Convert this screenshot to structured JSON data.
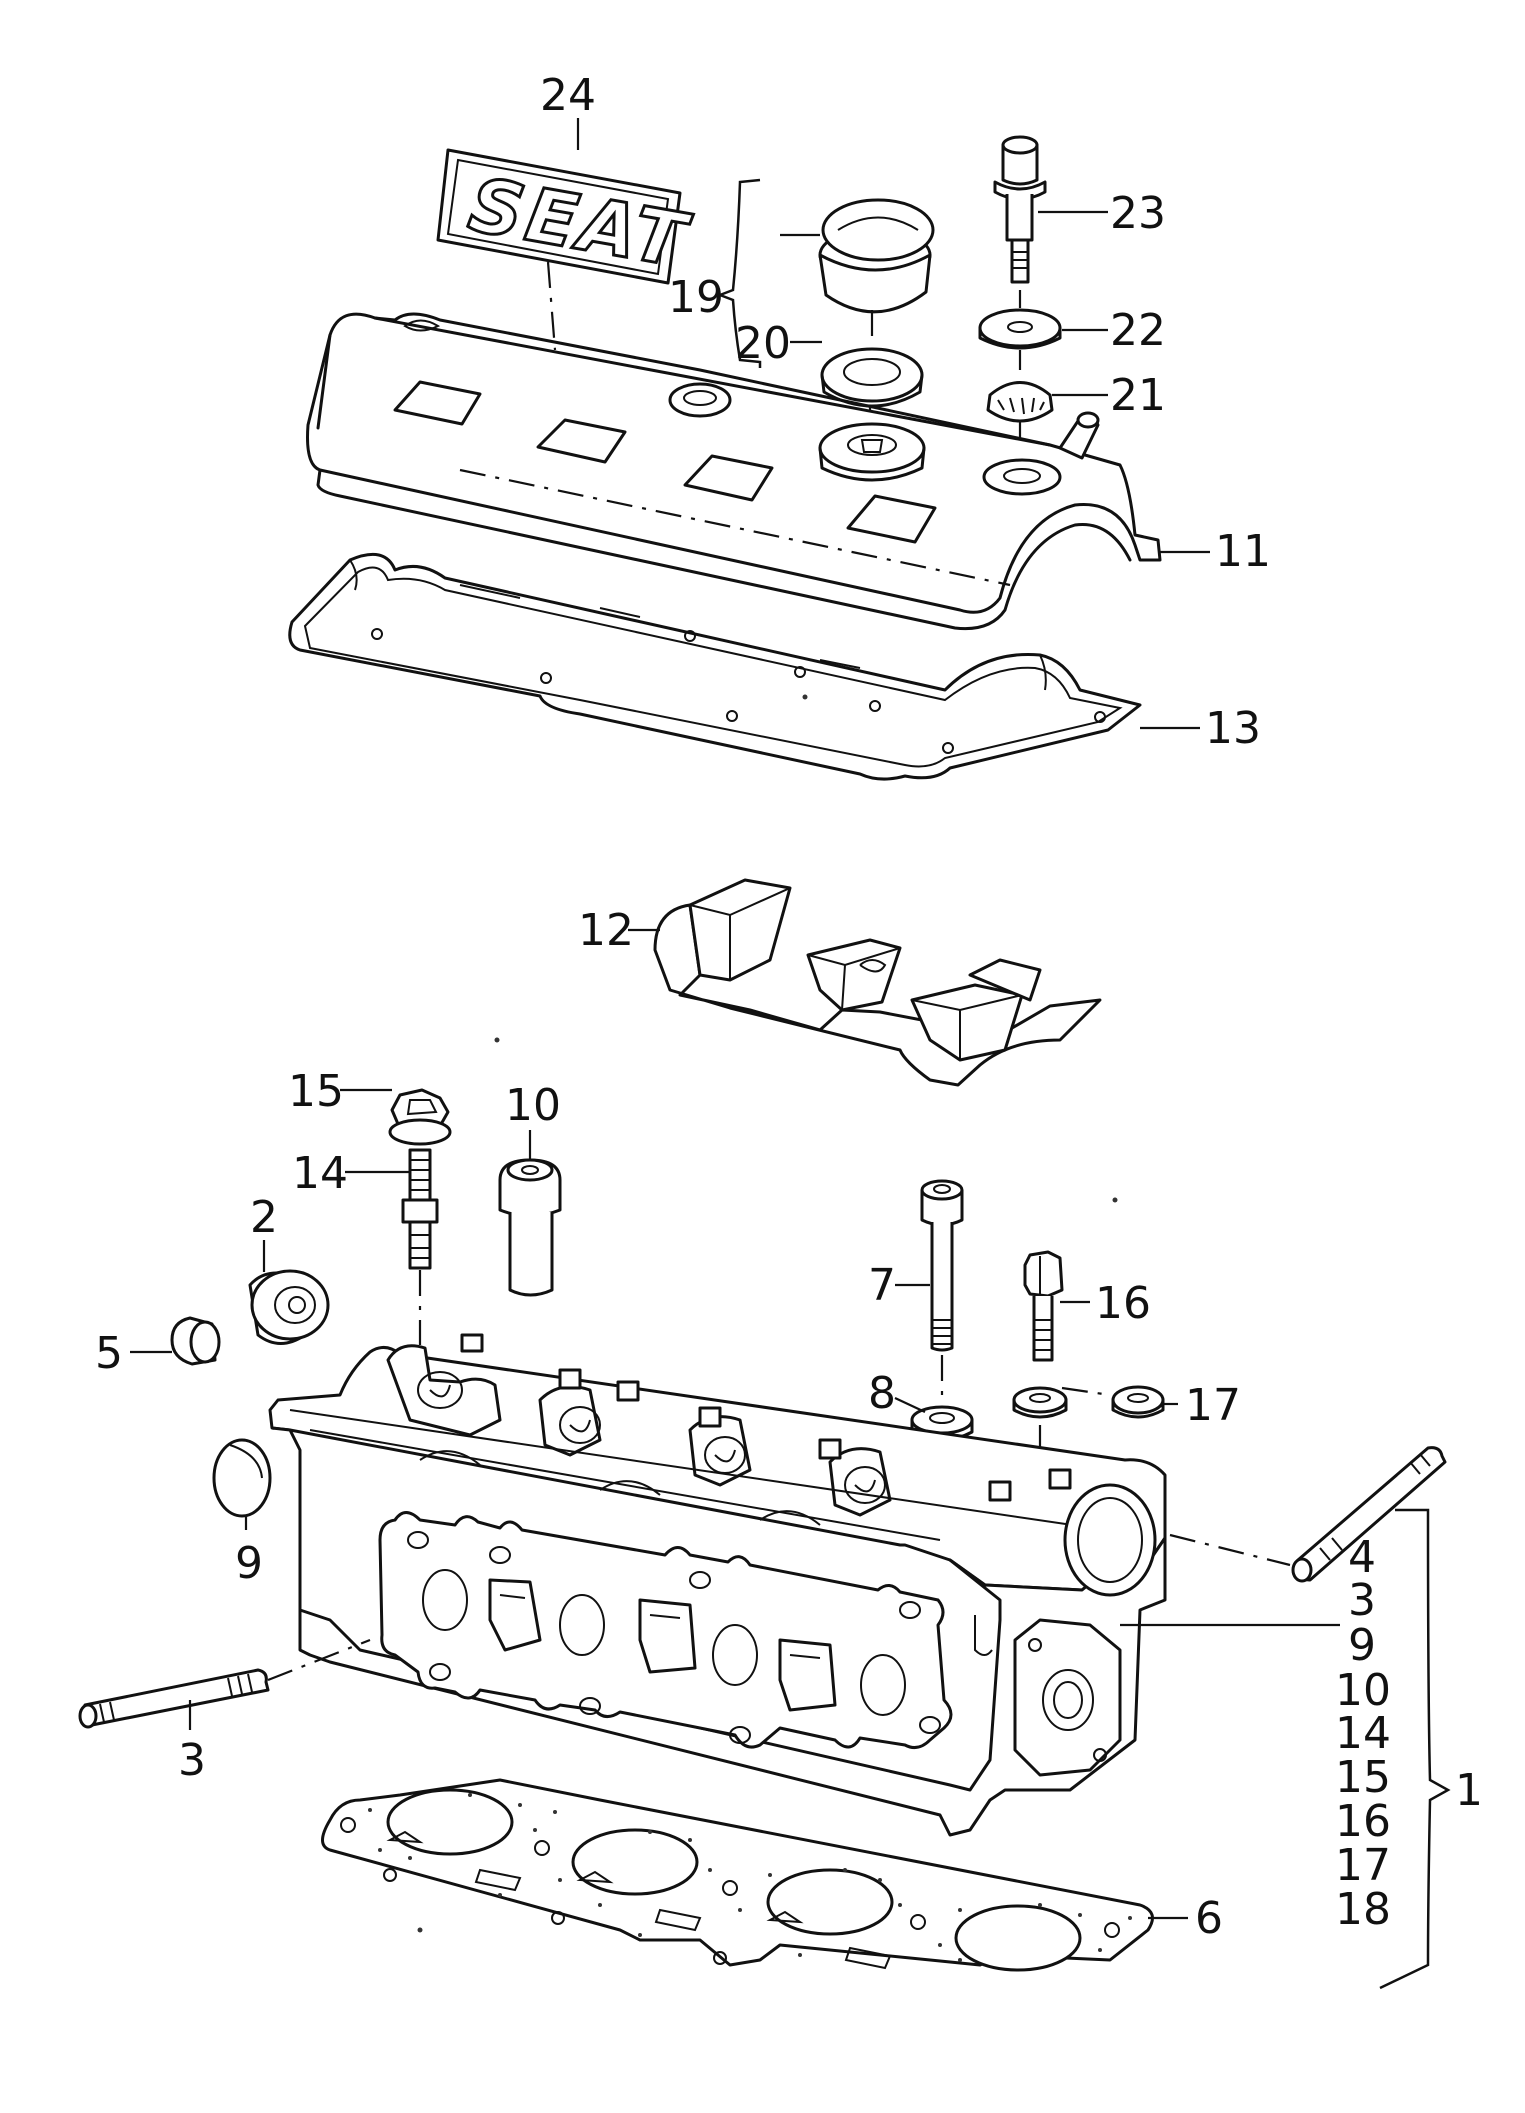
{
  "logo_text": "SEAT",
  "callouts": [
    {
      "id": "24",
      "text": "24"
    },
    {
      "id": "23",
      "text": "23"
    },
    {
      "id": "19",
      "text": "19"
    },
    {
      "id": "20",
      "text": "20"
    },
    {
      "id": "22",
      "text": "22"
    },
    {
      "id": "21",
      "text": "21"
    },
    {
      "id": "11",
      "text": "11"
    },
    {
      "id": "13",
      "text": "13"
    },
    {
      "id": "12",
      "text": "12"
    },
    {
      "id": "15",
      "text": "15"
    },
    {
      "id": "10",
      "text": "10"
    },
    {
      "id": "14",
      "text": "14"
    },
    {
      "id": "2",
      "text": "2"
    },
    {
      "id": "7",
      "text": "7"
    },
    {
      "id": "16",
      "text": "16"
    },
    {
      "id": "5",
      "text": "5"
    },
    {
      "id": "8",
      "text": "8"
    },
    {
      "id": "17",
      "text": "17"
    },
    {
      "id": "9",
      "text": "9"
    },
    {
      "id": "3a",
      "text": "3"
    },
    {
      "id": "6",
      "text": "6"
    }
  ],
  "kit_list": [
    "4",
    "3",
    "9",
    "10",
    "14",
    "15",
    "16",
    "17",
    "18"
  ],
  "kit_label": "1"
}
